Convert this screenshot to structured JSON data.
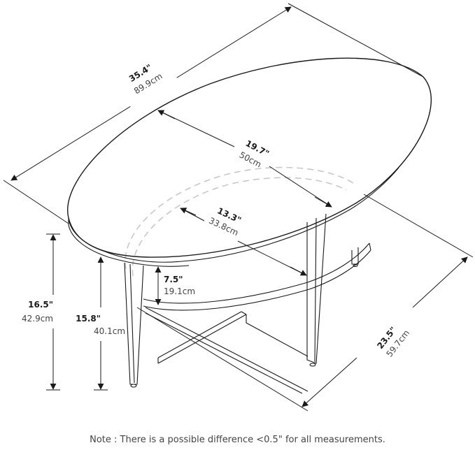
{
  "figure": {
    "subject": "Oval coffee table with lower shelf",
    "colors": {
      "line": "#1a1a1a",
      "hidden_line": "#c8c8c8",
      "label_primary": "#1a1a1a",
      "label_secondary": "#444444",
      "background": "#ffffff"
    }
  },
  "dimensions": {
    "top_length": {
      "inches": "35.4\"",
      "cm": "89.9cm"
    },
    "top_width": {
      "inches": "19.7\"",
      "cm": "50cm"
    },
    "shelf_width": {
      "inches": "13.3\"",
      "cm": "33.8cm"
    },
    "shelf_clearance": {
      "inches": "7.5\"",
      "cm": "19.1cm"
    },
    "total_height": {
      "inches": "16.5\"",
      "cm": "42.9cm"
    },
    "under_top_height": {
      "inches": "15.8\"",
      "cm": "40.1cm"
    },
    "base_depth": {
      "inches": "23.5\"",
      "cm": "59.7cm"
    }
  },
  "note": "Note : There is a possible difference <0.5\" for all measurements."
}
